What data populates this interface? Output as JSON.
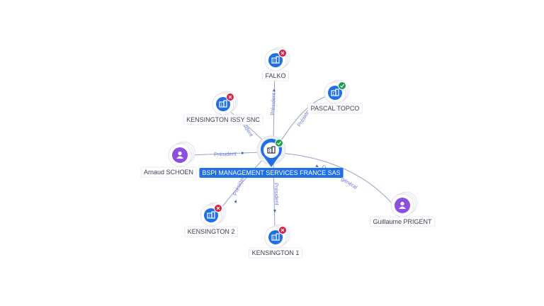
{
  "colors": {
    "company": "#1f6fe6",
    "person": "#8c4fe0",
    "active": "#1e9e4a",
    "closed": "#d51f45",
    "edge": "#9aa0c8",
    "edge_label": "#6f7ad6"
  },
  "center": {
    "name": "BSPI MANAGEMENT SERVICES FRANCE SAS",
    "kind": "company",
    "status": "active",
    "icon": "building-icon"
  },
  "nodes": [
    {
      "id": "falko",
      "name": "FALKO",
      "kind": "company",
      "status": "closed",
      "icon": "building-icon"
    },
    {
      "id": "pascal-topco",
      "name": "PASCAL TOPCO",
      "kind": "company",
      "status": "active",
      "icon": "building-icon"
    },
    {
      "id": "kensington-issy",
      "name": "KENSINGTON ISSY SNC",
      "kind": "company",
      "status": "closed",
      "icon": "building-icon"
    },
    {
      "id": "arnaud",
      "name": "Arnaud SCHOEN",
      "kind": "person",
      "status": "",
      "icon": "person-icon"
    },
    {
      "id": "guillaume",
      "name": "Guillaume PRIGENT",
      "kind": "person",
      "status": "",
      "icon": "person-icon"
    },
    {
      "id": "kensington-2",
      "name": "KENSINGTON 2",
      "kind": "company",
      "status": "closed",
      "icon": "building-icon"
    },
    {
      "id": "kensington-1",
      "name": "KENSINGTON 1",
      "kind": "company",
      "status": "closed",
      "icon": "building-icon"
    }
  ],
  "edges": [
    {
      "from": "center",
      "to": "falko",
      "label": "Président"
    },
    {
      "from": "center",
      "to": "pascal-topco",
      "label": "Président"
    },
    {
      "from": "center",
      "to": "kensington-issy",
      "label": "Président"
    },
    {
      "from": "arnaud",
      "to": "center",
      "label": "Président"
    },
    {
      "from": "guillaume",
      "to": "center",
      "label": "Directeur général"
    },
    {
      "from": "center",
      "to": "kensington-2",
      "label": "Président"
    },
    {
      "from": "center",
      "to": "kensington-1",
      "label": "Président"
    }
  ]
}
